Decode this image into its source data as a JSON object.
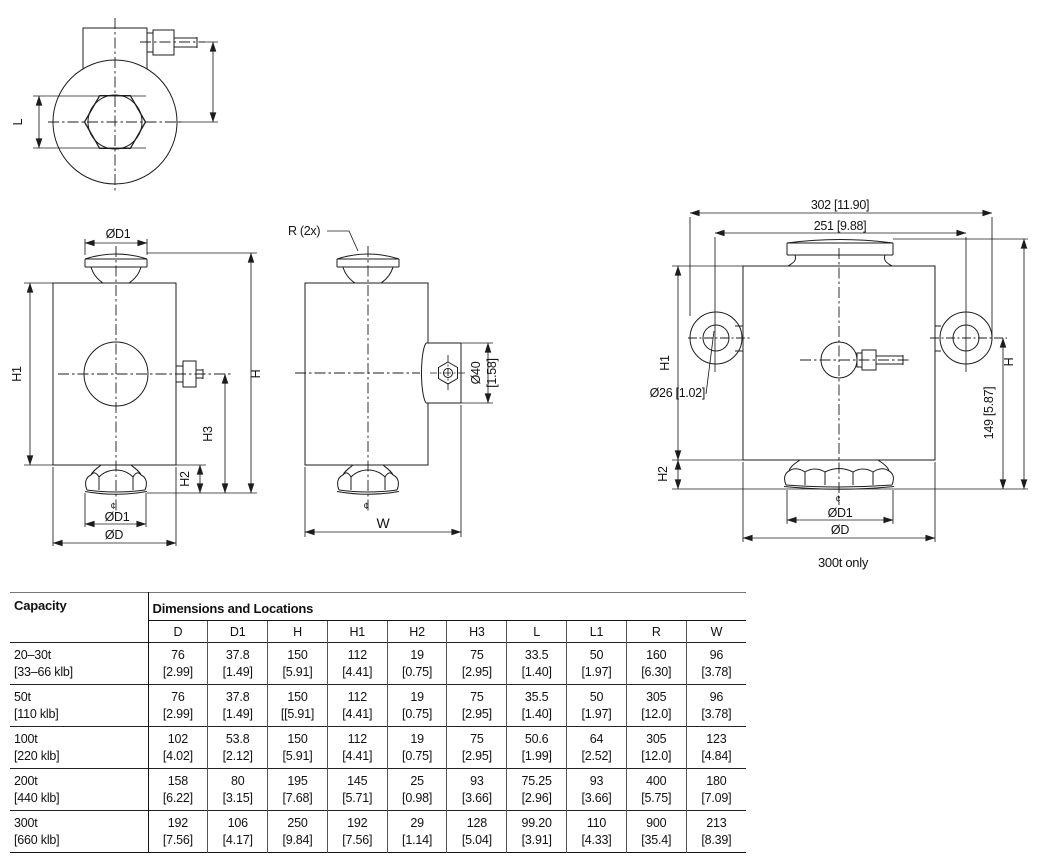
{
  "drawings": {
    "top_view": {
      "labels": {
        "l": "L"
      }
    },
    "front_view": {
      "labels": {
        "d1_top": "ØD1",
        "h1": "H1",
        "h": "H",
        "h3": "H3",
        "h2": "H2",
        "centerline": "¢",
        "d1_bottom": "ØD1",
        "d": "ØD"
      }
    },
    "side_view": {
      "labels": {
        "r": "R (2x)",
        "dia40": "Ø40",
        "dia40_in": "[1.58]",
        "w": "W",
        "centerline": "¢"
      }
    },
    "lifting_eye_view": {
      "labels": {
        "dim302": "302 [11.90]",
        "dim251": "251 [9.88]",
        "h1": "H1",
        "dia26": "Ø26 [1.02]",
        "dim149": "149 [5.87]",
        "h": "H",
        "h2": "H2",
        "centerline": "¢",
        "d1": "ØD1",
        "d": "ØD",
        "caption": "300t only"
      }
    }
  },
  "table": {
    "capacity_header": "Capacity",
    "dimensions_header": "Dimensions and Locations",
    "columns": [
      "D",
      "D1",
      "H",
      "H1",
      "H2",
      "H3",
      "L",
      "L1",
      "R",
      "W"
    ],
    "rows": [
      {
        "capacity": "20–30t",
        "capacity_alt": "[33–66 klb]",
        "metric": [
          "76",
          "37.8",
          "150",
          "112",
          "19",
          "75",
          "33.5",
          "50",
          "160",
          "96"
        ],
        "imperial": [
          "[2.99]",
          "[1.49]",
          "[5.91]",
          "[4.41]",
          "[0.75]",
          "[2.95]",
          "[1.40]",
          "[1.97]",
          "[6.30]",
          "[3.78]"
        ]
      },
      {
        "capacity": "50t",
        "capacity_alt": "[110 klb]",
        "metric": [
          "76",
          "37.8",
          "150",
          "112",
          "19",
          "75",
          "35.5",
          "50",
          "305",
          "96"
        ],
        "imperial": [
          "[2.99]",
          "[1.49]",
          "[[5.91]",
          "[4.41]",
          "[0.75]",
          "[2.95]",
          "[1.40]",
          "[1.97]",
          "[12.0]",
          "[3.78]"
        ]
      },
      {
        "capacity": "100t",
        "capacity_alt": "[220 klb]",
        "metric": [
          "102",
          "53.8",
          "150",
          "112",
          "19",
          "75",
          "50.6",
          "64",
          "305",
          "123"
        ],
        "imperial": [
          "[4.02]",
          "[2.12]",
          "[5.91]",
          "[4.41]",
          "[0.75]",
          "[2.95]",
          "[1.99]",
          "[2.52]",
          "[12.0]",
          "[4.84]"
        ]
      },
      {
        "capacity": "200t",
        "capacity_alt": "[440 klb]",
        "metric": [
          "158",
          "80",
          "195",
          "145",
          "25",
          "93",
          "75.25",
          "93",
          "400",
          "180"
        ],
        "imperial": [
          "[6.22]",
          "[3.15]",
          "[7.68]",
          "[5.71]",
          "[0.98]",
          "[3.66]",
          "[2.96]",
          "[3.66]",
          "[5.75]",
          "[7.09]"
        ]
      },
      {
        "capacity": "300t",
        "capacity_alt": "[660 klb]",
        "metric": [
          "192",
          "106",
          "250",
          "192",
          "29",
          "128",
          "99.20",
          "110",
          "900",
          "213"
        ],
        "imperial": [
          "[7.56]",
          "[4.17]",
          "[9.84]",
          "[7.56]",
          "[1.14]",
          "[5.04]",
          "[3.91]",
          "[4.33]",
          "[35.4]",
          "[8.39]"
        ]
      }
    ]
  }
}
